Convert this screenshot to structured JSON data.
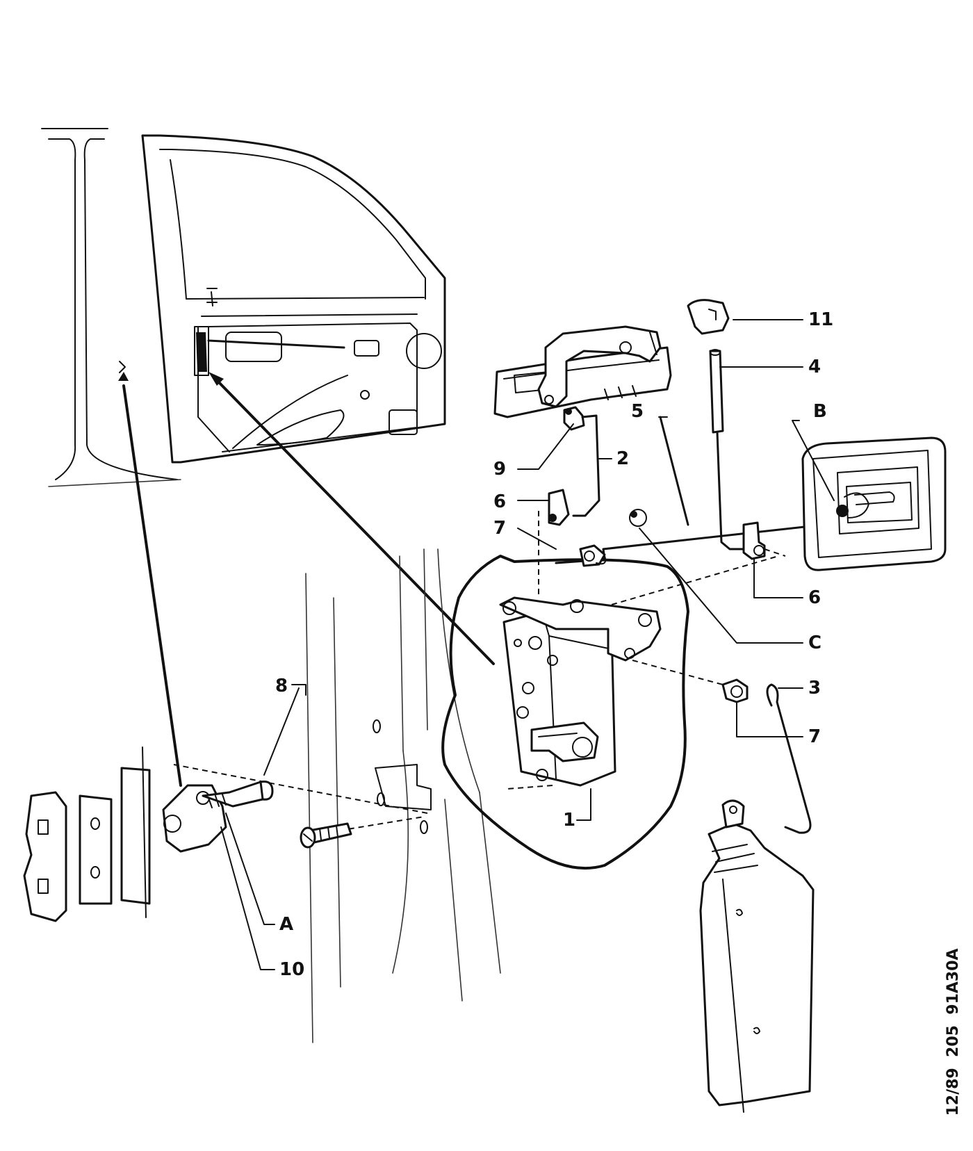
{
  "callouts": {
    "c1": "1",
    "c2": "2",
    "c3": "3",
    "c4": "4",
    "c5": "5",
    "c6a": "6",
    "c6b": "6",
    "c7a": "7",
    "c7b": "7",
    "c8": "8",
    "c9": "9",
    "c10": "10",
    "c11": "11",
    "cA": "A",
    "cB": "B",
    "cC": "C"
  },
  "reference_code": "12/89  205  91A30A",
  "icons": {
    "door_outline": "door-outline-icon",
    "lock_mechanism": "door-lock-icon",
    "interior_handle": "interior-handle-icon",
    "exterior_handle": "exterior-handle-icon",
    "striker": "striker-plate-icon",
    "grease_bottle": "grease-bottle-icon"
  }
}
